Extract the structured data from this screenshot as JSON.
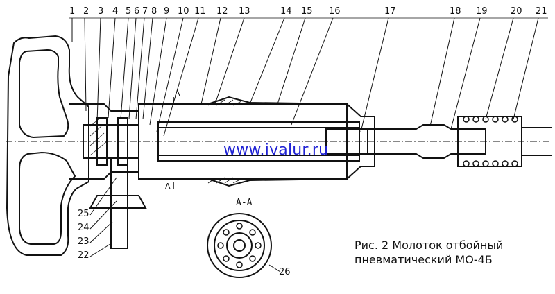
{
  "watermark": "www.ivalur.ru",
  "section_title": "А-А",
  "section_marks": [
    "A",
    "A"
  ],
  "caption": {
    "line1": "Рис. 2  Молоток отбойный",
    "line2": "пневматический МО-4Б"
  },
  "callouts_top": [
    "1",
    "2",
    "3",
    "4",
    "5",
    "6",
    "7",
    "8",
    "9",
    "10",
    "11",
    "12",
    "13",
    "14",
    "15",
    "16",
    "17",
    "18",
    "19",
    "20",
    "21"
  ],
  "callouts_left": [
    "25",
    "24",
    "23",
    "22"
  ],
  "callout_section": "26"
}
